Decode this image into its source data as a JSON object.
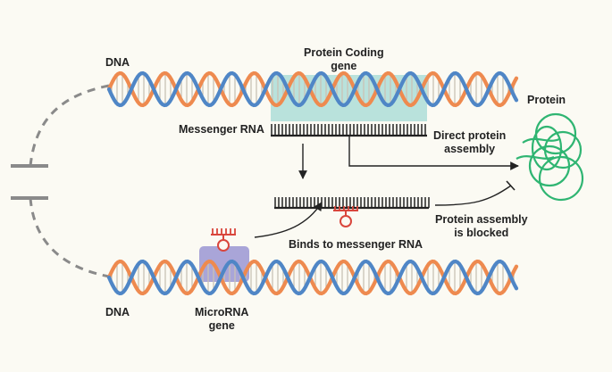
{
  "labels": {
    "dna_top": "DNA",
    "dna_bottom": "DNA",
    "protein_coding_gene": [
      "Protein Coding",
      "gene"
    ],
    "messenger_rna": "Messenger RNA",
    "direct_protein_assembly": [
      "Direct protein",
      "assembly"
    ],
    "protein": "Protein",
    "binds_to_messenger_rna": "Binds to messenger RNA",
    "protein_assembly_blocked": [
      "Protein assembly",
      "is blocked"
    ],
    "microrna_gene": [
      "MicroRNA",
      "gene"
    ]
  },
  "colors": {
    "background": "#fbfaf3",
    "dna_strand_blue": "#4f86c6",
    "dna_strand_orange": "#ee8a4f",
    "coding_gene_highlight": "#b9e2dc",
    "microrna_gene_highlight": "#a9a5d8",
    "mrna_comb": "#222222",
    "microrna_red": "#d9463c",
    "protein_green": "#2fb572",
    "arrow": "#222222",
    "dashed_connector": "#8a8a8a"
  },
  "icons": {
    "protein": "protein-coil-icon",
    "microrna": "microrna-hairpin-icon"
  }
}
